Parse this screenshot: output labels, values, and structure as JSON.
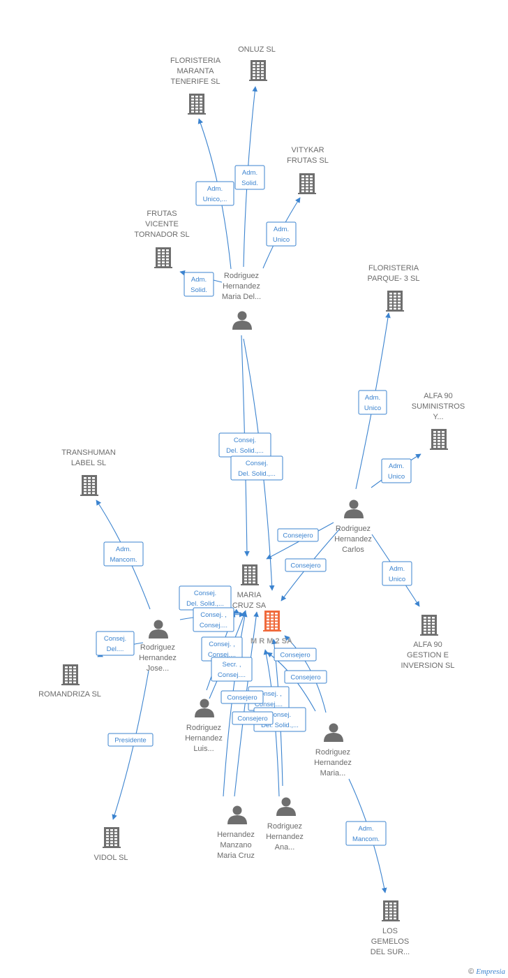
{
  "colors": {
    "edge": "#3b83cf",
    "company_icon": "#6e6e6e",
    "main_company_icon": "#f06a3c",
    "person_icon": "#6e6e6e",
    "label_text": "#6b6b6b"
  },
  "nodes": [
    {
      "id": "onluz",
      "type": "company",
      "lines": [
        "ONLUZ SL"
      ]
    },
    {
      "id": "floristeria_maranta",
      "type": "company",
      "lines": [
        "FLORISTERIA",
        "MARANTA",
        "TENERIFE SL"
      ]
    },
    {
      "id": "vitykar",
      "type": "company",
      "lines": [
        "VITYKAR",
        "FRUTAS SL"
      ]
    },
    {
      "id": "frutas_vicente",
      "type": "company",
      "lines": [
        "FRUTAS",
        "VICENTE",
        "TORNADOR SL"
      ]
    },
    {
      "id": "floristeria_parque",
      "type": "company",
      "lines": [
        "FLORISTERIA",
        "PARQUE- 3 SL"
      ]
    },
    {
      "id": "alfa90_suministros",
      "type": "company",
      "lines": [
        "ALFA 90",
        "SUMINISTROS",
        "Y..."
      ]
    },
    {
      "id": "transhuman",
      "type": "company",
      "lines": [
        "TRANSHUMAN",
        "LABEL SL"
      ]
    },
    {
      "id": "maria_cruz",
      "type": "company",
      "lines": [
        "MARIA",
        "CRUZ SA"
      ]
    },
    {
      "id": "mrm2",
      "type": "main_company",
      "lines": [
        "M R M 2 SA"
      ]
    },
    {
      "id": "alfa90_gestion",
      "type": "company",
      "lines": [
        "ALFA 90",
        "GESTION E",
        "INVERSION SL"
      ]
    },
    {
      "id": "romandriza",
      "type": "company",
      "lines": [
        "ROMANDRIZA SL"
      ]
    },
    {
      "id": "vidol",
      "type": "company",
      "lines": [
        "VIDOL SL"
      ]
    },
    {
      "id": "los_gemelos",
      "type": "company",
      "lines": [
        "LOS",
        "GEMELOS",
        "DEL SUR..."
      ]
    },
    {
      "id": "p_maria_del",
      "type": "person",
      "lines": [
        "Rodriguez",
        "Hernandez",
        "Maria Del..."
      ]
    },
    {
      "id": "p_carlos",
      "type": "person",
      "lines": [
        "Rodriguez",
        "Hernandez",
        "Carlos"
      ]
    },
    {
      "id": "p_jose",
      "type": "person",
      "lines": [
        "Rodriguez",
        "Hernandez",
        "Jose..."
      ]
    },
    {
      "id": "p_luis",
      "type": "person",
      "lines": [
        "Rodriguez",
        "Hernandez",
        "Luis..."
      ]
    },
    {
      "id": "p_maria",
      "type": "person",
      "lines": [
        "Rodriguez",
        "Hernandez",
        "Maria..."
      ]
    },
    {
      "id": "p_hernandez_manzano",
      "type": "person",
      "lines": [
        "Hernandez",
        "Manzano",
        "Maria Cruz"
      ]
    },
    {
      "id": "p_ana",
      "type": "person",
      "lines": [
        "Rodriguez",
        "Hernandez",
        "Ana..."
      ]
    }
  ],
  "edges": [
    {
      "id": "e1",
      "lines": [
        "Adm.",
        "Unico,..."
      ]
    },
    {
      "id": "e2",
      "lines": [
        "Adm.",
        "Solid."
      ]
    },
    {
      "id": "e3",
      "lines": [
        "Adm.",
        "Unico"
      ]
    },
    {
      "id": "e4",
      "lines": [
        "Adm.",
        "Solid."
      ]
    },
    {
      "id": "e5",
      "lines": [
        "Consej.",
        "Del. Solid.,..."
      ]
    },
    {
      "id": "e6",
      "lines": [
        "Consej.",
        "Del. Solid.,..."
      ]
    },
    {
      "id": "e7",
      "lines": [
        "Adm.",
        "Unico"
      ]
    },
    {
      "id": "e8",
      "lines": [
        "Adm.",
        "Unico"
      ]
    },
    {
      "id": "e9",
      "lines": [
        "Consejero"
      ]
    },
    {
      "id": "e10",
      "lines": [
        "Consejero"
      ]
    },
    {
      "id": "e11",
      "lines": [
        "Adm.",
        "Unico"
      ]
    },
    {
      "id": "e12",
      "lines": [
        "Adm.",
        "Mancom."
      ]
    },
    {
      "id": "e13",
      "lines": [
        "Consej.",
        "Del. Solid.,..."
      ]
    },
    {
      "id": "e14",
      "lines": [
        "Consej. ,",
        "Consej...."
      ]
    },
    {
      "id": "e15",
      "lines": [
        "Consej.",
        "Del...."
      ]
    },
    {
      "id": "e16",
      "lines": [
        "Consej. ,",
        "Consej...."
      ]
    },
    {
      "id": "e17",
      "lines": [
        "Secr. ,",
        "Consej...."
      ]
    },
    {
      "id": "e18",
      "lines": [
        "Consejero"
      ]
    },
    {
      "id": "e19",
      "lines": [
        "Consejero"
      ]
    },
    {
      "id": "e20",
      "lines": [
        "Consej. ,",
        "Consej...."
      ]
    },
    {
      "id": "e21",
      "lines": [
        "Consejero"
      ]
    },
    {
      "id": "e22",
      "lines": [
        "Consej.",
        "Del. Solid.,..."
      ]
    },
    {
      "id": "e23",
      "lines": [
        "Consejero"
      ]
    },
    {
      "id": "e24",
      "lines": [
        "Presidente"
      ]
    },
    {
      "id": "e25",
      "lines": [
        "Adm.",
        "Mancom."
      ]
    }
  ],
  "footer": {
    "copyright": "©",
    "brand": "Empresia"
  }
}
